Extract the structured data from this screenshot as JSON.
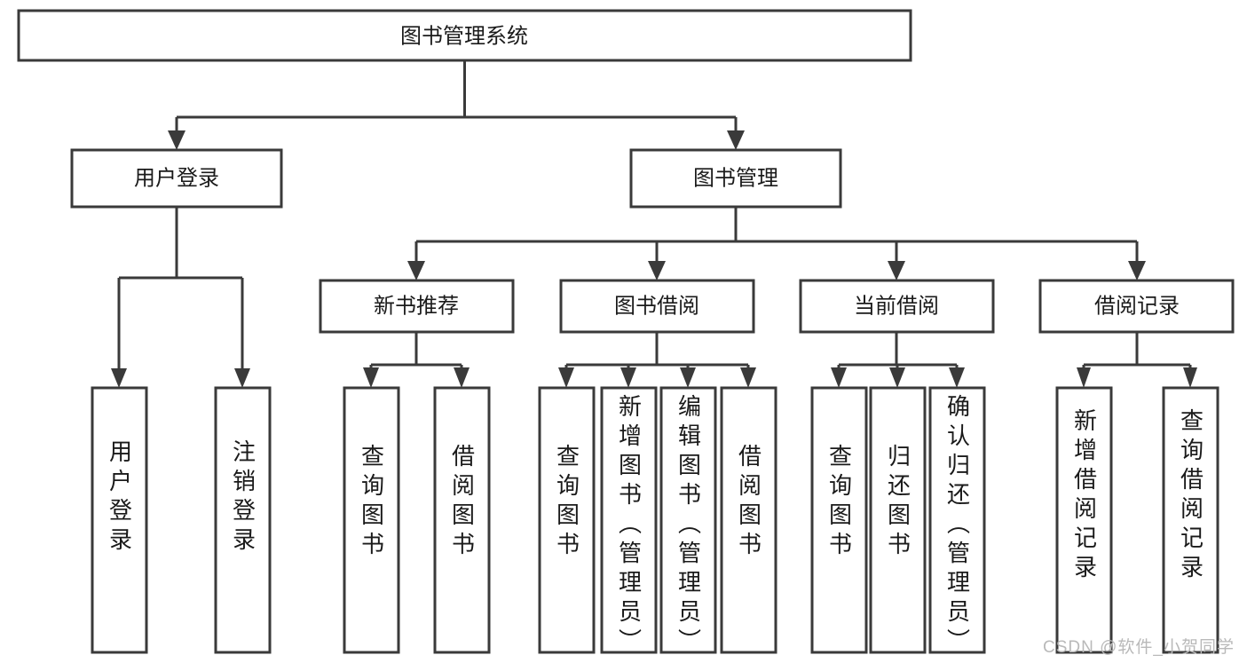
{
  "diagram": {
    "type": "hierarchy-tree",
    "title_node": {
      "label": "图书管理系统"
    },
    "level2": [
      {
        "id": "user-login",
        "label": "用户登录"
      },
      {
        "id": "book-manage",
        "label": "图书管理"
      }
    ],
    "level3": [
      {
        "id": "new-book-recommend",
        "label": "新书推荐",
        "parent": "book-manage"
      },
      {
        "id": "book-borrow",
        "label": "图书借阅",
        "parent": "book-manage"
      },
      {
        "id": "current-borrow",
        "label": "当前借阅",
        "parent": "book-manage"
      },
      {
        "id": "borrow-record",
        "label": "借阅记录",
        "parent": "book-manage"
      }
    ],
    "leaves": [
      {
        "id": "leaf-user-login",
        "label": "用户登录",
        "parent": "user-login"
      },
      {
        "id": "leaf-user-logout",
        "label": "注销登录",
        "parent": "user-login"
      },
      {
        "id": "leaf-query-book-1",
        "label": "查询图书",
        "parent": "new-book-recommend"
      },
      {
        "id": "leaf-borrow-book-1",
        "label": "借阅图书",
        "parent": "new-book-recommend"
      },
      {
        "id": "leaf-query-book-2",
        "label": "查询图书",
        "parent": "book-borrow"
      },
      {
        "id": "leaf-add-book",
        "label": "新增图书（管理员）",
        "parent": "book-borrow"
      },
      {
        "id": "leaf-edit-book",
        "label": "编辑图书（管理员）",
        "parent": "book-borrow"
      },
      {
        "id": "leaf-borrow-book-2",
        "label": "借阅图书",
        "parent": "book-borrow"
      },
      {
        "id": "leaf-query-book-3",
        "label": "查询图书",
        "parent": "current-borrow"
      },
      {
        "id": "leaf-return-book",
        "label": "归还图书",
        "parent": "current-borrow"
      },
      {
        "id": "leaf-confirm-return",
        "label": "确认归还（管理员）",
        "parent": "current-borrow"
      },
      {
        "id": "leaf-add-record",
        "label": "新增借阅记录",
        "parent": "borrow-record"
      },
      {
        "id": "leaf-query-record",
        "label": "查询借阅记录",
        "parent": "borrow-record"
      }
    ],
    "colors": {
      "stroke": "#3a3a3a",
      "fill": "#ffffff",
      "text": "#1a1a1a",
      "watermark": "#b9b9b9"
    }
  },
  "watermark": {
    "text": "CSDN @软件_小贺同学"
  }
}
